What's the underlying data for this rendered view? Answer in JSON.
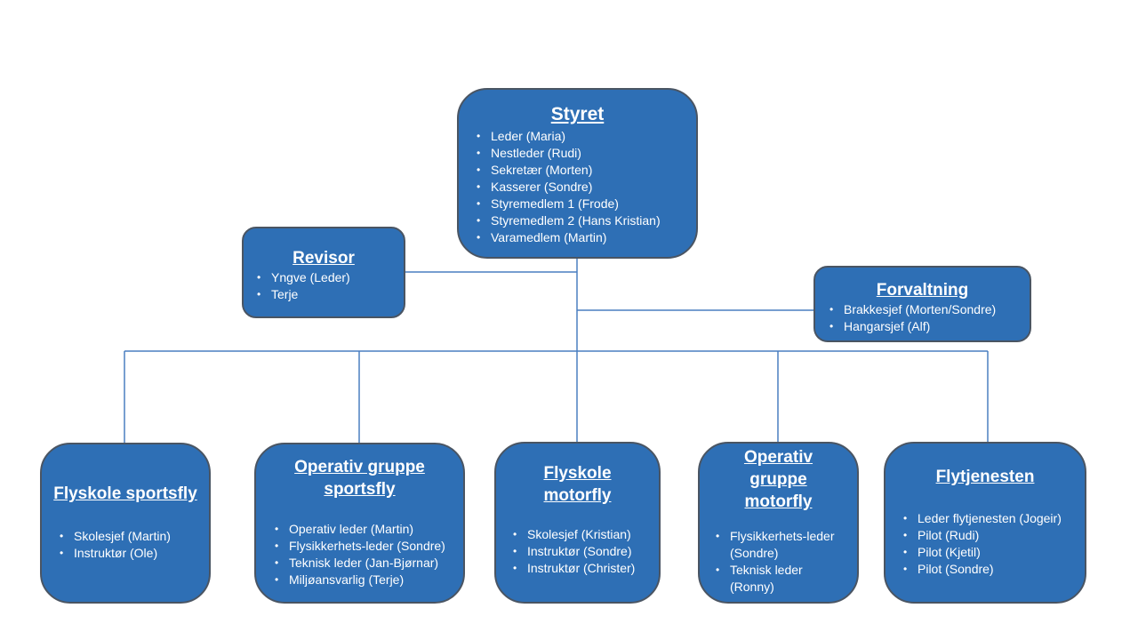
{
  "colors": {
    "box_fill": "#2e6fb5",
    "box_border": "#4a5563",
    "connector": "#4a7fc1",
    "text": "#ffffff"
  },
  "boxes": {
    "styret": {
      "title": "Styret",
      "items": [
        "Leder (Maria)",
        "Nestleder (Rudi)",
        "Sekretær (Morten)",
        "Kasserer (Sondre)",
        "Styremedlem 1 (Frode)",
        "Styremedlem 2 (Hans Kristian)",
        "Varamedlem (Martin)"
      ]
    },
    "revisor": {
      "title": "Revisor",
      "items": [
        "Yngve (Leder)",
        "Terje"
      ]
    },
    "forvaltning": {
      "title": "Forvaltning",
      "items": [
        "Brakkesjef (Morten/Sondre)",
        "Hangarsjef (Alf)"
      ]
    },
    "flyskole_sportsfly": {
      "title": "Flyskole sportsfly",
      "items": [
        "Skolesjef (Martin)",
        "Instruktør (Ole)"
      ]
    },
    "operativ_sportsfly": {
      "title_line1": "Operativ gruppe",
      "title_line2": "sportsfly",
      "items": [
        "Operativ leder (Martin)",
        "Flysikkerhets-leder (Sondre)",
        "Teknisk leder (Jan-Bjørnar)",
        "Miljøansvarlig (Terje)"
      ]
    },
    "flyskole_motorfly": {
      "title_line1": "Flyskole",
      "title_line2": "motorfly",
      "items": [
        "Skolesjef (Kristian)",
        "Instruktør (Sondre)",
        "Instruktør (Christer)"
      ]
    },
    "operativ_motorfly": {
      "title_line1": "Operativ",
      "title_line2": "gruppe",
      "title_line3": "motorfly",
      "items": [
        "Flysikkerhets-leder (Sondre)",
        "Teknisk leder (Ronny)"
      ]
    },
    "flytjenesten": {
      "title": "Flytjenesten",
      "items": [
        "Leder flytjenesten (Jogeir)",
        "Pilot (Rudi)",
        "Pilot (Kjetil)",
        "Pilot (Sondre)"
      ]
    }
  }
}
